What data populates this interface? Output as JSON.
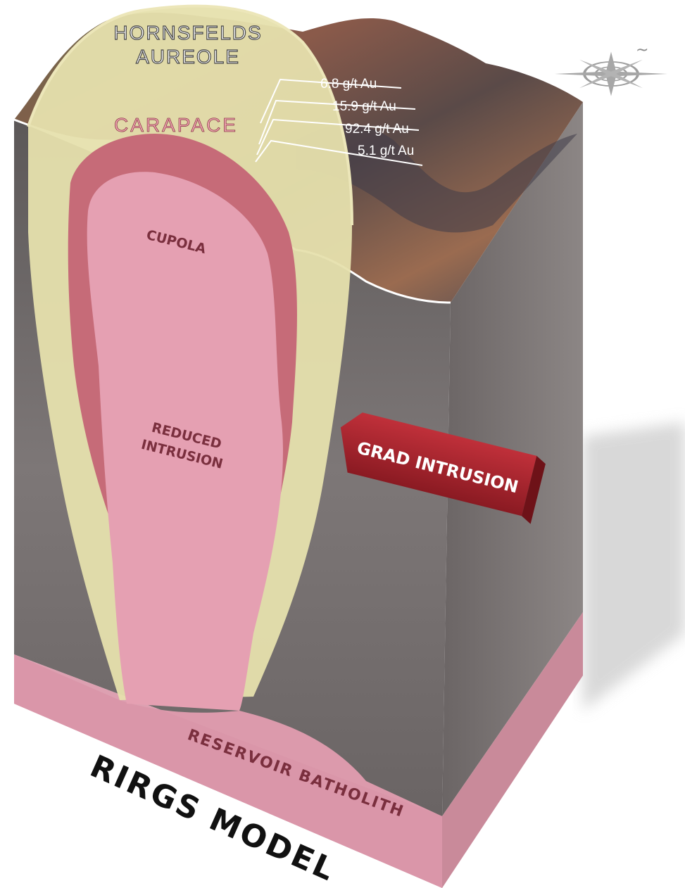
{
  "labels": {
    "hornsfelds_line1": "HORNSFELDS",
    "hornsfelds_line2": "AUREOLE",
    "carapace": "CARAPACE",
    "cupola": "CUPOLA",
    "reduced_line1": "REDUCED",
    "reduced_line2": "INTRUSION",
    "grad_intrusion": "GRAD INTRUSION",
    "reservoir_batholith": "RESERVOIR BATHOLITH",
    "model_title": "RIRGS MODEL"
  },
  "drill_grades": [
    "6.8 g/t Au",
    "15.9 g/t Au",
    "92.4 g/t Au",
    "5.1 g/t Au"
  ],
  "colors": {
    "block_front": "#7a7473",
    "block_side": "#8a8483",
    "aureole": "#e6e0ad",
    "carapace": "#c66b78",
    "intrusion": "#e5a0b2",
    "batholith": "#dc9aac",
    "arrow": "#a3232b",
    "label_dark": "#7a2f3e",
    "title": "#111111"
  },
  "icons": {
    "compass": "compass-rose-icon"
  }
}
